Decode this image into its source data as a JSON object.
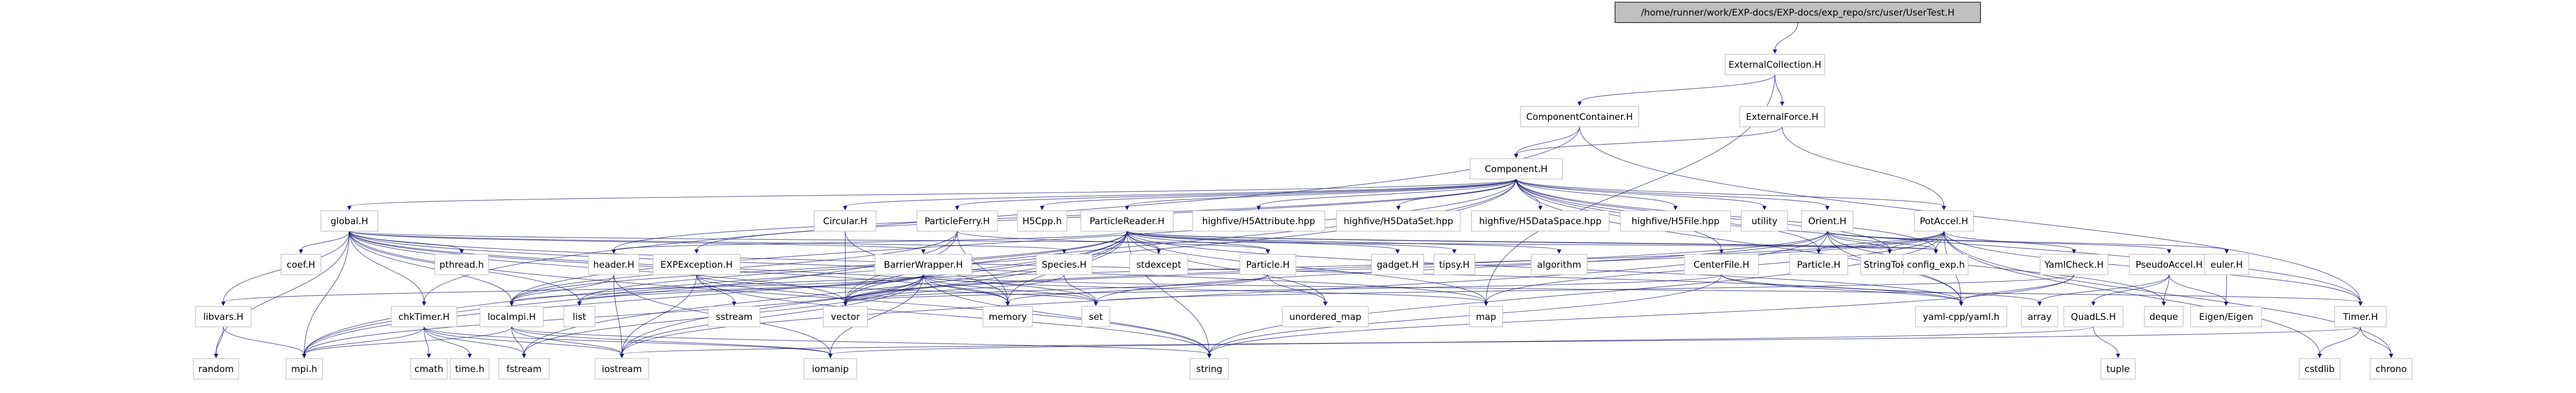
{
  "diagram": {
    "type": "include-dependency-graph",
    "edge_color": "#191970",
    "root_fill": "#bfbfbf",
    "nodes": [
      {
        "id": "usertest",
        "label": "/home/runner/work/EXP-docs/EXP-docs/exp_repo/src/user/UserTest.H",
        "root": true
      },
      {
        "id": "extcoll",
        "label": "ExternalCollection.H"
      },
      {
        "id": "compcont",
        "label": "ComponentContainer.H"
      },
      {
        "id": "extforce",
        "label": "ExternalForce.H"
      },
      {
        "id": "component",
        "label": "Component.H"
      },
      {
        "id": "global",
        "label": "global.H"
      },
      {
        "id": "circular",
        "label": "Circular.H"
      },
      {
        "id": "pferry",
        "label": "ParticleFerry.H"
      },
      {
        "id": "h5cpp",
        "label": "H5Cpp.h"
      },
      {
        "id": "preader",
        "label": "ParticleReader.H"
      },
      {
        "id": "h5attr",
        "label": "highfive/H5Attribute.hpp"
      },
      {
        "id": "h5dset",
        "label": "highfive/H5DataSet.hpp"
      },
      {
        "id": "h5dspace",
        "label": "highfive/H5DataSpace.hpp"
      },
      {
        "id": "h5file",
        "label": "highfive/H5File.hpp"
      },
      {
        "id": "utility",
        "label": "utility"
      },
      {
        "id": "orient",
        "label": "Orient.H"
      },
      {
        "id": "potaccel",
        "label": "PotAccel.H"
      },
      {
        "id": "header",
        "label": "header.H"
      },
      {
        "id": "expexc",
        "label": "EXPException.H"
      },
      {
        "id": "barrier",
        "label": "BarrierWrapper.H"
      },
      {
        "id": "species",
        "label": "Species.H"
      },
      {
        "id": "particle",
        "label": "Particle.H"
      },
      {
        "id": "stdexcept",
        "label": "stdexcept"
      },
      {
        "id": "gadget",
        "label": "gadget.H"
      },
      {
        "id": "tipsy",
        "label": "tipsy.H"
      },
      {
        "id": "algorithm",
        "label": "algorithm"
      },
      {
        "id": "centerfile",
        "label": "CenterFile.H"
      },
      {
        "id": "particleh",
        "label": "Particle.H"
      },
      {
        "id": "stringtok",
        "label": "StringTok.H"
      },
      {
        "id": "configexp",
        "label": "config_exp.h"
      },
      {
        "id": "yamlcheck",
        "label": "YamlCheck.H"
      },
      {
        "id": "pseudoaccel",
        "label": "PseudoAccel.H"
      },
      {
        "id": "euler",
        "label": "euler.H"
      },
      {
        "id": "pthread",
        "label": "pthread.h"
      },
      {
        "id": "coef",
        "label": "coef.H"
      },
      {
        "id": "libvars",
        "label": "libvars.H"
      },
      {
        "id": "chktimer",
        "label": "chkTimer.H"
      },
      {
        "id": "localmpi",
        "label": "localmpi.H"
      },
      {
        "id": "list",
        "label": "list"
      },
      {
        "id": "vector",
        "label": "vector"
      },
      {
        "id": "sstream",
        "label": "sstream"
      },
      {
        "id": "memory",
        "label": "memory"
      },
      {
        "id": "set",
        "label": "set"
      },
      {
        "id": "unordered_map",
        "label": "unordered_map"
      },
      {
        "id": "map",
        "label": "map"
      },
      {
        "id": "yamlcpp",
        "label": "yaml-cpp/yaml.h"
      },
      {
        "id": "array",
        "label": "array"
      },
      {
        "id": "quadls",
        "label": "QuadLS.H"
      },
      {
        "id": "deque",
        "label": "deque"
      },
      {
        "id": "eigen",
        "label": "Eigen/Eigen"
      },
      {
        "id": "timer",
        "label": "Timer.H"
      },
      {
        "id": "random",
        "label": "random"
      },
      {
        "id": "mpi",
        "label": "mpi.h"
      },
      {
        "id": "cmath",
        "label": "cmath"
      },
      {
        "id": "timeh",
        "label": "time.h"
      },
      {
        "id": "fstream",
        "label": "fstream"
      },
      {
        "id": "iostream",
        "label": "iostream"
      },
      {
        "id": "iomanip",
        "label": "iomanip"
      },
      {
        "id": "string",
        "label": "string"
      },
      {
        "id": "tuple",
        "label": "tuple"
      },
      {
        "id": "cstdlib",
        "label": "cstdlib"
      },
      {
        "id": "chrono",
        "label": "chrono"
      }
    ],
    "edges": [
      [
        "usertest",
        "extcoll"
      ],
      [
        "extcoll",
        "compcont"
      ],
      [
        "extcoll",
        "extforce"
      ],
      [
        "extcoll",
        "map"
      ],
      [
        "compcont",
        "component"
      ],
      [
        "compcont",
        "timer"
      ],
      [
        "compcont",
        "chktimer"
      ],
      [
        "extforce",
        "component"
      ],
      [
        "extforce",
        "potaccel"
      ],
      [
        "component",
        "global"
      ],
      [
        "component",
        "circular"
      ],
      [
        "component",
        "pferry"
      ],
      [
        "component",
        "h5cpp"
      ],
      [
        "component",
        "preader"
      ],
      [
        "component",
        "h5attr"
      ],
      [
        "component",
        "h5dset"
      ],
      [
        "component",
        "h5dspace"
      ],
      [
        "component",
        "h5file"
      ],
      [
        "component",
        "utility"
      ],
      [
        "component",
        "orient"
      ],
      [
        "component",
        "potaccel"
      ],
      [
        "component",
        "header"
      ],
      [
        "component",
        "expexc"
      ],
      [
        "component",
        "centerfile"
      ],
      [
        "component",
        "particleh"
      ],
      [
        "component",
        "configexp"
      ],
      [
        "component",
        "timer"
      ],
      [
        "component",
        "localmpi"
      ],
      [
        "component",
        "vector"
      ],
      [
        "component",
        "mpi"
      ],
      [
        "component",
        "yamlcpp"
      ],
      [
        "component",
        "stringtok"
      ],
      [
        "global",
        "pthread"
      ],
      [
        "global",
        "coef"
      ],
      [
        "global",
        "libvars"
      ],
      [
        "global",
        "chktimer"
      ],
      [
        "global",
        "localmpi"
      ],
      [
        "global",
        "barrier"
      ],
      [
        "global",
        "species"
      ],
      [
        "global",
        "list"
      ],
      [
        "global",
        "vector"
      ],
      [
        "global",
        "memory"
      ],
      [
        "global",
        "random"
      ],
      [
        "global",
        "mpi"
      ],
      [
        "global",
        "set"
      ],
      [
        "global",
        "map"
      ],
      [
        "global",
        "configexp"
      ],
      [
        "global",
        "yamlcpp"
      ],
      [
        "global",
        "string"
      ],
      [
        "circular",
        "vector"
      ],
      [
        "circular",
        "memory"
      ],
      [
        "pferry",
        "particle"
      ],
      [
        "pferry",
        "localmpi"
      ],
      [
        "pferry",
        "vector"
      ],
      [
        "pferry",
        "memory"
      ],
      [
        "pferry",
        "mpi"
      ],
      [
        "preader",
        "stdexcept"
      ],
      [
        "preader",
        "gadget"
      ],
      [
        "preader",
        "tipsy"
      ],
      [
        "preader",
        "algorithm"
      ],
      [
        "preader",
        "particle"
      ],
      [
        "preader",
        "header"
      ],
      [
        "preader",
        "localmpi"
      ],
      [
        "preader",
        "vector"
      ],
      [
        "preader",
        "memory"
      ],
      [
        "preader",
        "list"
      ],
      [
        "preader",
        "unordered_map"
      ],
      [
        "preader",
        "map"
      ],
      [
        "preader",
        "string"
      ],
      [
        "preader",
        "iostream"
      ],
      [
        "preader",
        "fstream"
      ],
      [
        "preader",
        "configexp"
      ],
      [
        "preader",
        "yamlcpp"
      ],
      [
        "preader",
        "stringtok"
      ],
      [
        "preader",
        "mpi"
      ],
      [
        "orient",
        "euler"
      ],
      [
        "orient",
        "particleh"
      ],
      [
        "orient",
        "pseudoaccel"
      ],
      [
        "orient",
        "deque"
      ],
      [
        "orient",
        "vector"
      ],
      [
        "orient",
        "set"
      ],
      [
        "orient",
        "configexp"
      ],
      [
        "orient",
        "iostream"
      ],
      [
        "orient",
        "yamlcpp"
      ],
      [
        "orient",
        "stringtok"
      ],
      [
        "potaccel",
        "particleh"
      ],
      [
        "potaccel",
        "stringtok"
      ],
      [
        "potaccel",
        "yamlcheck"
      ],
      [
        "potaccel",
        "configexp"
      ],
      [
        "potaccel",
        "timer"
      ],
      [
        "potaccel",
        "yamlcpp"
      ],
      [
        "potaccel",
        "map"
      ],
      [
        "potaccel",
        "vector"
      ],
      [
        "potaccel",
        "list"
      ],
      [
        "potaccel",
        "string"
      ],
      [
        "potaccel",
        "cstdlib"
      ],
      [
        "potaccel",
        "chrono"
      ],
      [
        "header",
        "localmpi"
      ],
      [
        "header",
        "iostream"
      ],
      [
        "header",
        "iomanip"
      ],
      [
        "expexc",
        "sstream"
      ],
      [
        "expexc",
        "string"
      ],
      [
        "expexc",
        "set"
      ],
      [
        "expexc",
        "vector"
      ],
      [
        "expexc",
        "iostream"
      ],
      [
        "barrier",
        "list"
      ],
      [
        "barrier",
        "vector"
      ],
      [
        "barrier",
        "memory"
      ],
      [
        "barrier",
        "set"
      ],
      [
        "barrier",
        "map"
      ],
      [
        "barrier",
        "string"
      ],
      [
        "barrier",
        "iostream"
      ],
      [
        "barrier",
        "iomanip"
      ],
      [
        "barrier",
        "fstream"
      ],
      [
        "barrier",
        "libvars"
      ],
      [
        "barrier",
        "localmpi"
      ],
      [
        "barrier",
        "timer"
      ],
      [
        "barrier",
        "mpi"
      ],
      [
        "species",
        "set"
      ],
      [
        "species",
        "vector"
      ],
      [
        "particle",
        "unordered_map"
      ],
      [
        "particle",
        "vector"
      ],
      [
        "particle",
        "memory"
      ],
      [
        "centerfile",
        "yamlcpp"
      ],
      [
        "centerfile",
        "array"
      ],
      [
        "centerfile",
        "vector"
      ],
      [
        "centerfile",
        "string"
      ],
      [
        "yamlcheck",
        "yamlcpp"
      ],
      [
        "yamlcheck",
        "set"
      ],
      [
        "yamlcheck",
        "string"
      ],
      [
        "pseudoaccel",
        "eigen"
      ],
      [
        "pseudoaccel",
        "deque"
      ],
      [
        "pseudoaccel",
        "array"
      ],
      [
        "pseudoaccel",
        "quadls"
      ],
      [
        "euler",
        "eigen"
      ],
      [
        "libvars",
        "random"
      ],
      [
        "libvars",
        "mpi"
      ],
      [
        "chktimer",
        "cmath"
      ],
      [
        "chktimer",
        "timeh"
      ],
      [
        "chktimer",
        "fstream"
      ],
      [
        "chktimer",
        "iostream"
      ],
      [
        "chktimer",
        "iomanip"
      ],
      [
        "chktimer",
        "mpi"
      ],
      [
        "localmpi",
        "mpi"
      ],
      [
        "localmpi",
        "iostream"
      ],
      [
        "localmpi",
        "fstream"
      ],
      [
        "localmpi",
        "iomanip"
      ],
      [
        "localmpi",
        "string"
      ],
      [
        "quadls",
        "tuple"
      ],
      [
        "quadls",
        "iomanip"
      ],
      [
        "timer",
        "cstdlib"
      ],
      [
        "timer",
        "chrono"
      ],
      [
        "timer",
        "iostream"
      ]
    ]
  }
}
